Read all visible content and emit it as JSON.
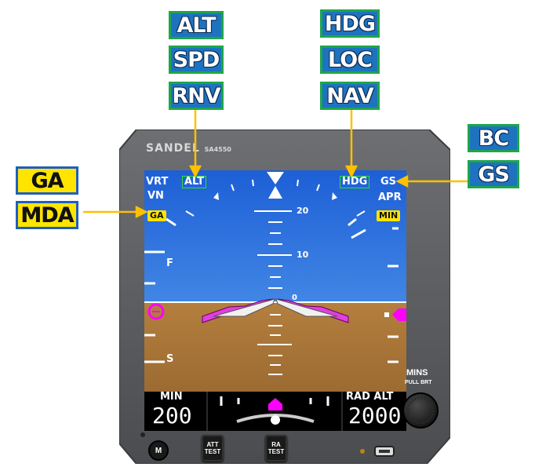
{
  "callouts": {
    "alt": "ALT",
    "spd": "SPD",
    "rnv": "RNV",
    "hdg": "HDG",
    "loc": "LOC",
    "nav": "NAV",
    "bc": "BC",
    "gs": "GS",
    "ga": "GA",
    "mda": "MDA"
  },
  "bezel": {
    "brand": "SANDEL",
    "model": "SA4550"
  },
  "annunciators": {
    "vrt": "VRT",
    "alt": "ALT",
    "vn": "VN",
    "ga": "GA",
    "hdg": "HDG",
    "gs": "GS",
    "apr": "APR",
    "min": "MIN"
  },
  "pitch_ladder": {
    "label_20": "20",
    "label_10": "10",
    "label_0": "0"
  },
  "speed_tape": {
    "f": "F",
    "s": "S"
  },
  "bottom": {
    "min_label": "MIN",
    "min_value": "200",
    "radalt_label": "RAD ALT",
    "radalt_value": "2000"
  },
  "controls": {
    "mins_label": "MINS",
    "pull_brt_label": "PULL BRT",
    "m_label": "M",
    "att_test_line1": "ATT",
    "att_test_line2": "TEST",
    "ra_test_line1": "RA",
    "ra_test_line2": "TEST"
  },
  "colors": {
    "sky": "#2f74d8",
    "ground": "#b07d3f",
    "magenta": "#d400d4",
    "callout_blue": "#1e73bf",
    "callout_yellow": "#ffe400",
    "leader": "#ffc000"
  }
}
